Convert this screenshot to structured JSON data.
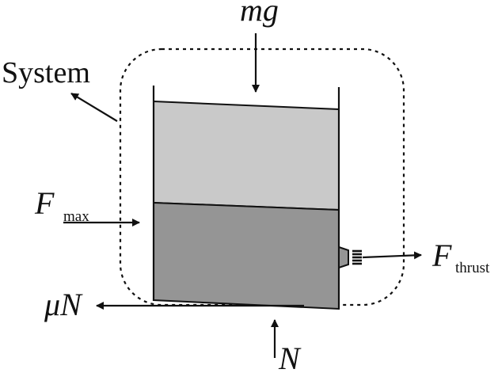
{
  "labels": {
    "mg": "mg",
    "system": "System",
    "f_max_main": "F",
    "f_max_sub": "max",
    "f_thrust_main": "F",
    "f_thrust_sub": "thrust",
    "mu_n": "μN",
    "n": "N"
  },
  "colors": {
    "upper_fluid": "#c9c9c9",
    "lower_fluid": "#959595",
    "outline": "#111111",
    "background": "#ffffff"
  }
}
